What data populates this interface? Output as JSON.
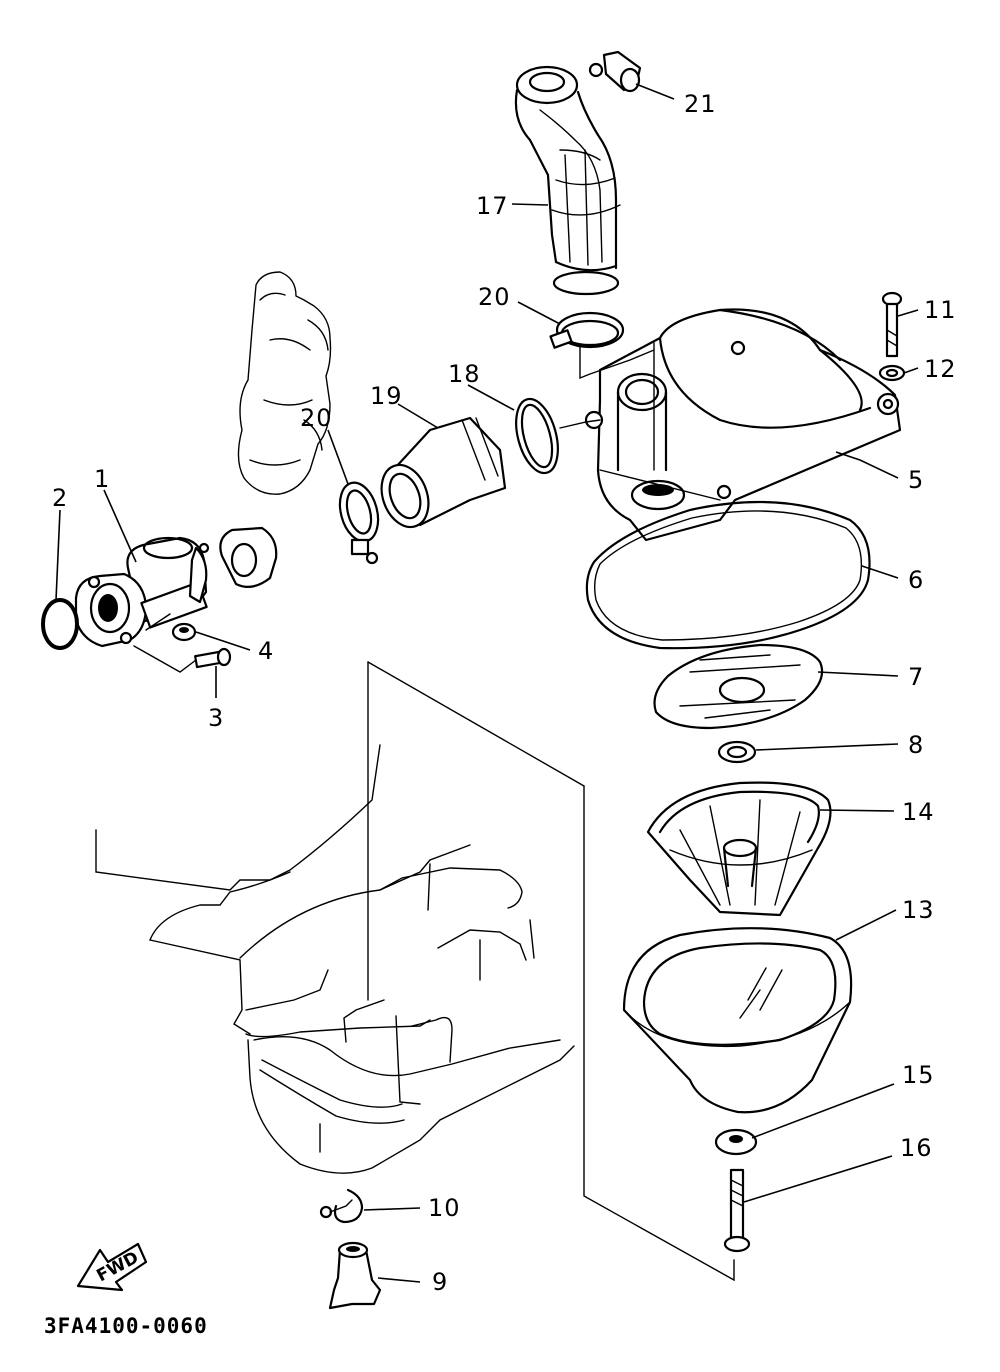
{
  "diagram": {
    "code": "3FA4100-0060",
    "direction_label": "FWD",
    "callouts": [
      {
        "id": "c1",
        "label": "1"
      },
      {
        "id": "c2",
        "label": "2"
      },
      {
        "id": "c3",
        "label": "3"
      },
      {
        "id": "c4",
        "label": "4"
      },
      {
        "id": "c5",
        "label": "5"
      },
      {
        "id": "c6",
        "label": "6"
      },
      {
        "id": "c7",
        "label": "7"
      },
      {
        "id": "c8",
        "label": "8"
      },
      {
        "id": "c9",
        "label": "9"
      },
      {
        "id": "c10",
        "label": "10"
      },
      {
        "id": "c11",
        "label": "11"
      },
      {
        "id": "c12",
        "label": "12"
      },
      {
        "id": "c13",
        "label": "13"
      },
      {
        "id": "c14",
        "label": "14"
      },
      {
        "id": "c15",
        "label": "15"
      },
      {
        "id": "c16",
        "label": "16"
      },
      {
        "id": "c17",
        "label": "17"
      },
      {
        "id": "c18",
        "label": "18"
      },
      {
        "id": "c19",
        "label": "19"
      },
      {
        "id": "c20a",
        "label": "20"
      },
      {
        "id": "c20b",
        "label": "20"
      },
      {
        "id": "c21",
        "label": "21"
      }
    ]
  }
}
